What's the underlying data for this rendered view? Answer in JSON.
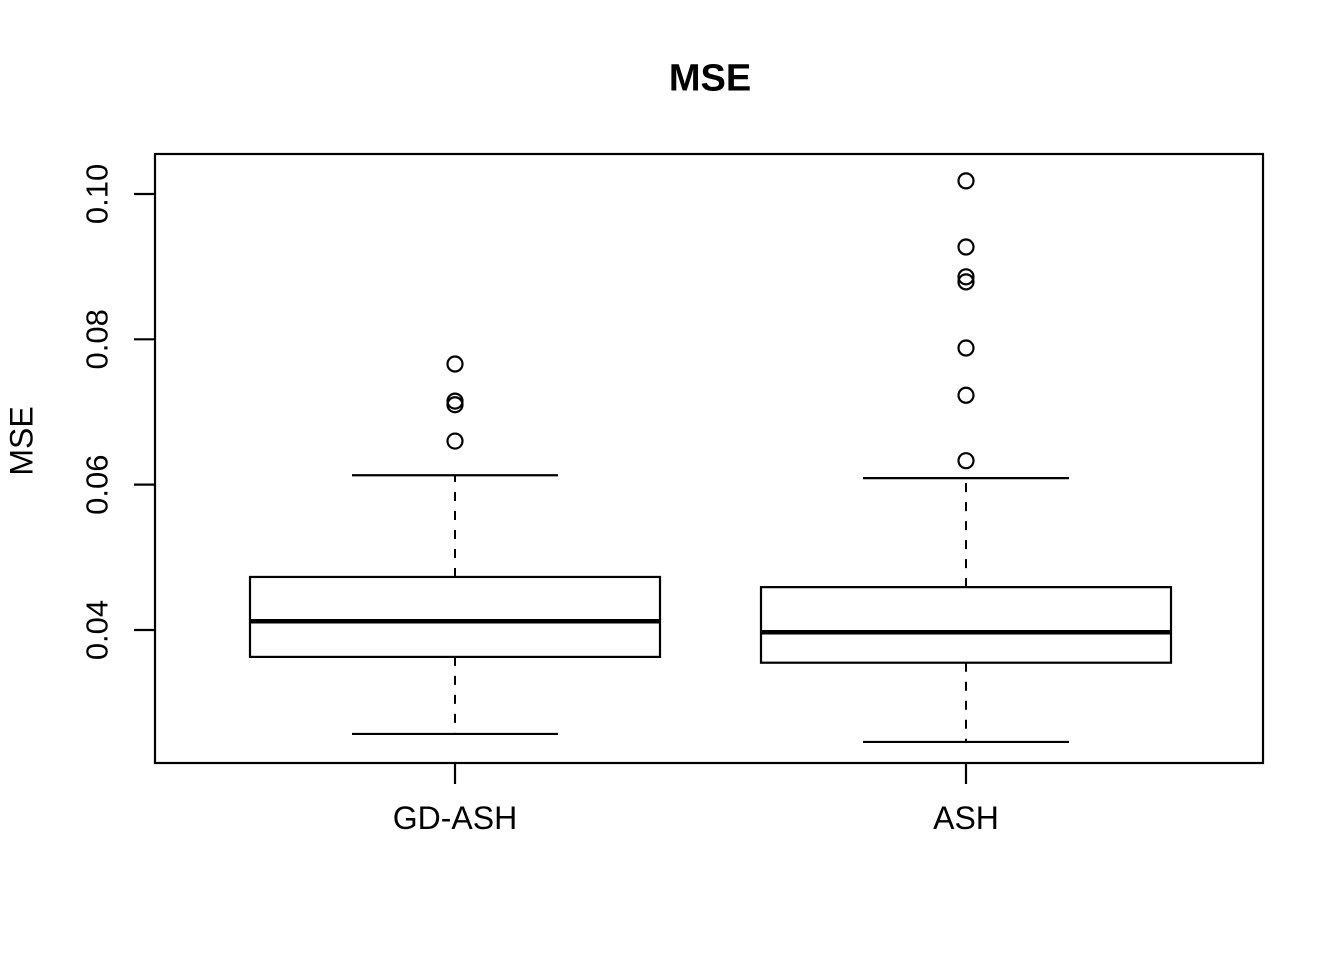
{
  "chart_data": {
    "type": "boxplot",
    "title": "MSE",
    "ylabel": "MSE",
    "xlabel": "",
    "categories": [
      "GD-ASH",
      "ASH"
    ],
    "y_ticks": [
      0.04,
      0.06,
      0.08,
      0.1
    ],
    "y_tick_labels": [
      "0.04",
      "0.06",
      "0.08",
      "0.10"
    ],
    "ylim": [
      0.0217,
      0.1055
    ],
    "grid": false,
    "legend": "none",
    "series": [
      {
        "name": "GD-ASH",
        "q1": 0.0363,
        "median": 0.0412,
        "q3": 0.0473,
        "whisker_low": 0.0257,
        "whisker_high": 0.0613,
        "outliers": [
          0.066,
          0.071,
          0.0715,
          0.0766
        ]
      },
      {
        "name": "ASH",
        "q1": 0.0355,
        "median": 0.0397,
        "q3": 0.0459,
        "whisker_low": 0.0246,
        "whisker_high": 0.0609,
        "outliers": [
          0.0633,
          0.0723,
          0.0788,
          0.0879,
          0.0886,
          0.0927,
          0.1018
        ]
      }
    ],
    "style": {
      "stroke": "#000000",
      "background": "#ffffff",
      "whisker_linestyle": "dashed"
    }
  }
}
